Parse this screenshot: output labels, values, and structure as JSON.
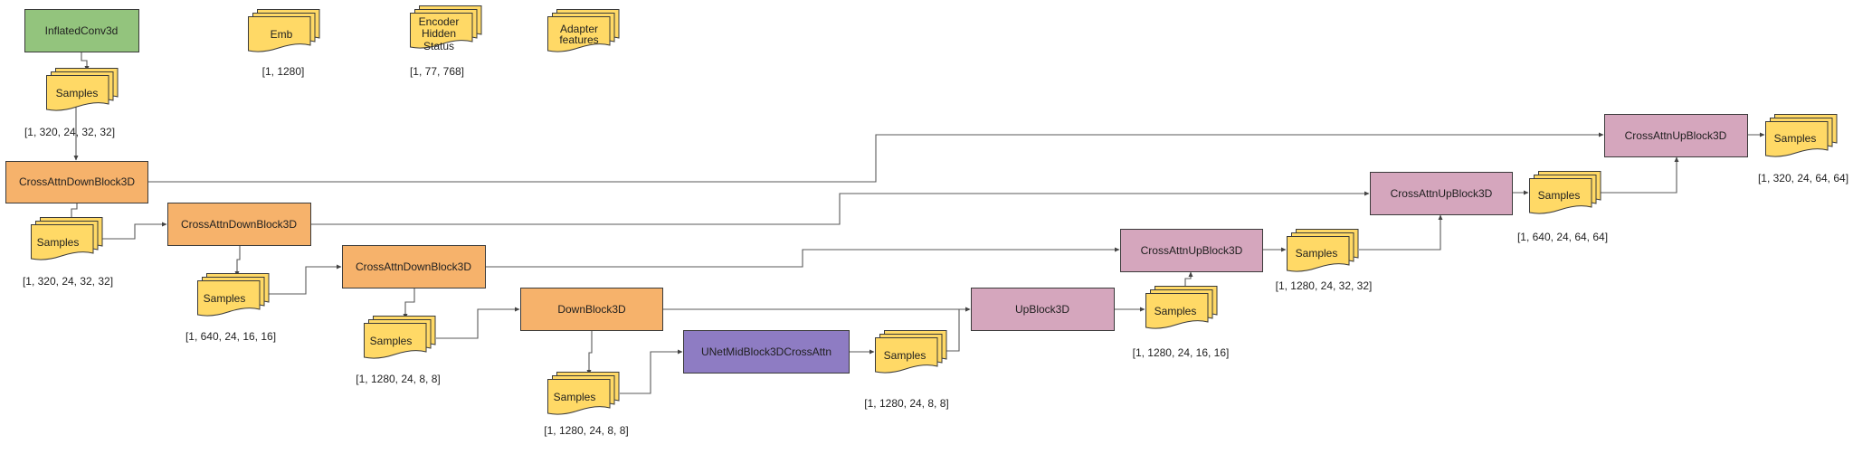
{
  "colors": {
    "conv": "#93c47d",
    "down_block": "#f6b26b",
    "mid_block": "#8e7cc3",
    "up_block": "#d5a6bd",
    "tensor": "#ffd966"
  },
  "nodes": {
    "conv_in": "InflatedConv3d",
    "down_blocks": [
      "CrossAttnDownBlock3D",
      "CrossAttnDownBlock3D",
      "CrossAttnDownBlock3D",
      "DownBlock3D"
    ],
    "mid_block": "UNetMidBlock3DCrossAttn",
    "up_blocks": [
      "UpBlock3D",
      "CrossAttnUpBlock3D",
      "CrossAttnUpBlock3D",
      "CrossAttnUpBlock3D"
    ]
  },
  "inputs": {
    "emb": {
      "label": "Emb",
      "shape": "[1, 1280]"
    },
    "encoder_hidden_status": {
      "lines": [
        "Encoder",
        "Hidden",
        "Status"
      ],
      "shape": "[1, 77, 768]"
    },
    "adapter_features": {
      "lines": [
        "Adapter",
        "features"
      ]
    }
  },
  "samples": [
    {
      "label": "Samples",
      "shape": "[1, 320, 24, 32, 32]"
    },
    {
      "label": "Samples",
      "shape": "[1, 320, 24, 32, 32]"
    },
    {
      "label": "Samples",
      "shape": "[1, 640, 24, 16, 16]"
    },
    {
      "label": "Samples",
      "shape": "[1, 1280, 24, 8, 8]"
    },
    {
      "label": "Samples",
      "shape": "[1, 1280, 24, 8, 8]"
    },
    {
      "label": "Samples",
      "shape": "[1, 1280, 24, 8, 8]"
    },
    {
      "label": "Samples",
      "shape": "[1, 1280, 24, 16, 16]"
    },
    {
      "label": "Samples",
      "shape": "[1, 1280, 24, 32, 32]"
    },
    {
      "label": "Samples",
      "shape": "[1, 640, 24, 64, 64]"
    },
    {
      "label": "Samples",
      "shape": "[1, 320, 24, 64, 64]"
    }
  ]
}
